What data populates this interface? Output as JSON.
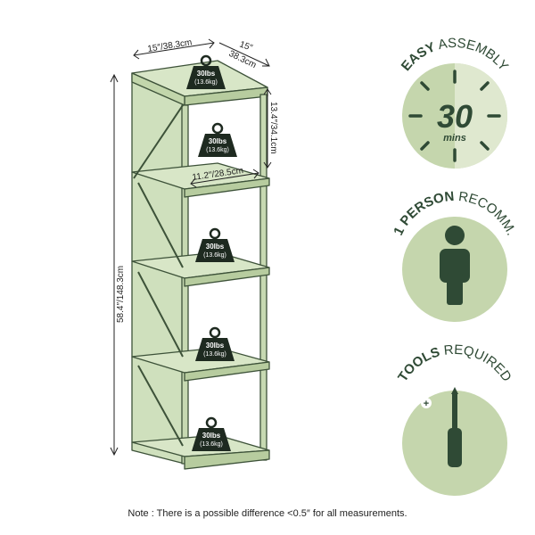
{
  "dimensions": {
    "width_top": "15″/38.3cm",
    "depth_top_a": "15″",
    "depth_top_b": "38.3cm",
    "shelf_height": "13.4″/34.1cm",
    "shelf_width": "11.2″/28.5cm",
    "total_height": "58.4″/148.3cm"
  },
  "weights": [
    {
      "lbs": "30lbs",
      "kg": "(13.6kg)"
    },
    {
      "lbs": "30lbs",
      "kg": "(13.6kg)"
    },
    {
      "lbs": "30lbs",
      "kg": "(13.6kg)"
    },
    {
      "lbs": "30lbs",
      "kg": "(13.6kg)"
    },
    {
      "lbs": "30lbs",
      "kg": "(13.6kg)"
    }
  ],
  "badges": {
    "assembly": {
      "bold": "EASY",
      "light": "ASSEMBLY",
      "time_value": "30",
      "time_unit": "mins"
    },
    "person": {
      "bold": "1 PERSON",
      "light": "RECOMM."
    },
    "tools": {
      "bold": "TOOLS",
      "light": "REQUIRED",
      "symbol": "+"
    }
  },
  "note": "Note : There is a possible difference <0.5″ for all measurements.",
  "colors": {
    "shelf_fill": "#cfe0bd",
    "shelf_edge": "#3d5239",
    "badge_bg": "#c5d6ad",
    "badge_light": "#dfe8cf",
    "icon_dark": "#2f4a35",
    "weight_icon": "#1e2a20"
  },
  "icons": [
    "weight-icon",
    "clock-icon",
    "person-icon",
    "screwdriver-icon"
  ]
}
